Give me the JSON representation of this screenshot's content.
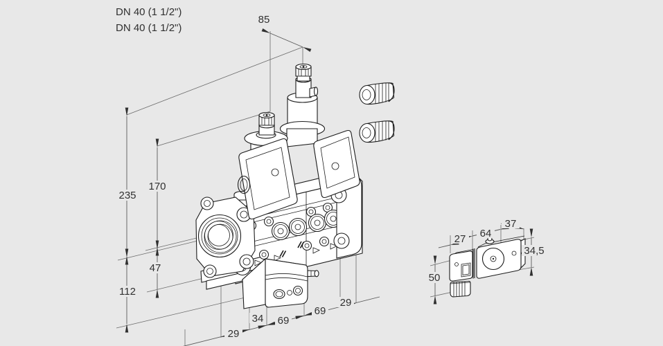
{
  "drawing": {
    "type": "technical-dimension-drawing",
    "subject": "double solenoid valve with threaded flanges, cable glands and coil accessory",
    "colors": {
      "background": "#e8e8e8",
      "drawing_line": "#1b1b1b",
      "dimension_line": "#585858",
      "text": "#303030"
    }
  },
  "labels": {
    "dn1": "DN 40 (1 1/2\")",
    "dn2": "DN 40 (1 1/2\")"
  },
  "dims": {
    "d85": "85",
    "d235": "235",
    "d170": "170",
    "d47": "47",
    "d112": "112",
    "b29l": "29",
    "b34": "34",
    "b69a": "69",
    "b69b": "69",
    "b29r": "29",
    "a27": "27",
    "a64": "64",
    "a37": "37",
    "a34_5": "34,5",
    "a50": "50"
  }
}
